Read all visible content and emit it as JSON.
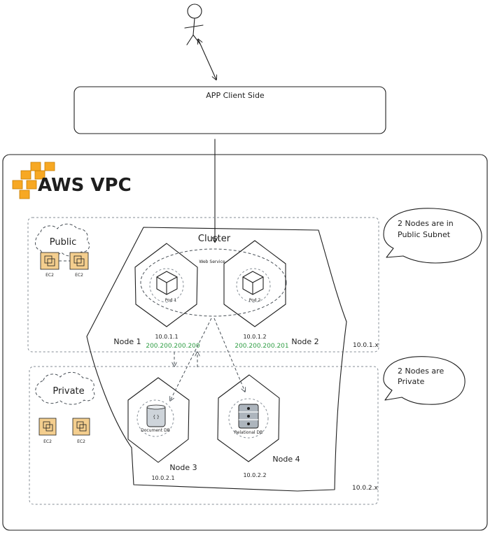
{
  "client": {
    "label": "APP Client Side"
  },
  "vpc": {
    "title": "AWS VPC",
    "logo_icon": "aws-cubes-icon"
  },
  "cluster": {
    "label": "Cluster",
    "service_label": "Web Service"
  },
  "public_subnet": {
    "label": "Public",
    "cidr": "10.0.1.x",
    "instances": [
      "EC2",
      "EC2"
    ],
    "callout": [
      "2 Nodes are in",
      "Public Subnet"
    ]
  },
  "private_subnet": {
    "label": "Private",
    "cidr": "10.0.2.x",
    "instances": [
      "EC2",
      "EC2"
    ],
    "callout": [
      "2 Nodes are",
      "Private"
    ]
  },
  "nodes": [
    {
      "name": "Node 1",
      "ip": "10.0.1.1",
      "public_ip": "200.200.200.200",
      "content": "Pod 1",
      "icon": "pod-cube-icon"
    },
    {
      "name": "Node 2",
      "ip": "10.0.1.2",
      "public_ip": "200.200.200.201",
      "content": "Pod 2",
      "icon": "pod-cube-icon"
    },
    {
      "name": "Node 3",
      "ip": "10.0.2.1",
      "content": "Document DB",
      "icon": "document-db-icon"
    },
    {
      "name": "Node 4",
      "ip": "10.0.2.2",
      "content": "Relational DB",
      "icon": "relational-db-icon"
    }
  ],
  "colors": {
    "public_ip": "#2f9e44",
    "aws_orange": "#f7a823",
    "ink": "#1e1e1e"
  }
}
